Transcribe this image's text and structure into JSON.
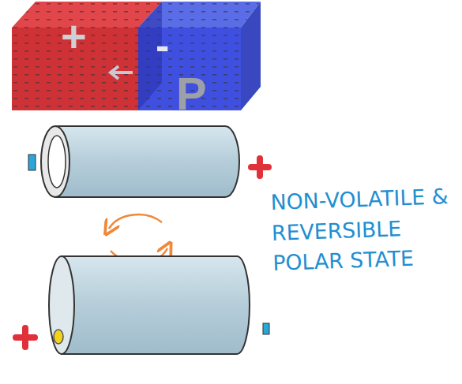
{
  "diagram": {
    "nodes": [
      {
        "text": [
          "+"
        ]
      },
      {
        "text": [
          "-",
          "P"
        ]
      }
    ],
    "labels": [
      "NON-VOLATILE & REVERSIBLE POLAR STATE"
    ]
  }
}
